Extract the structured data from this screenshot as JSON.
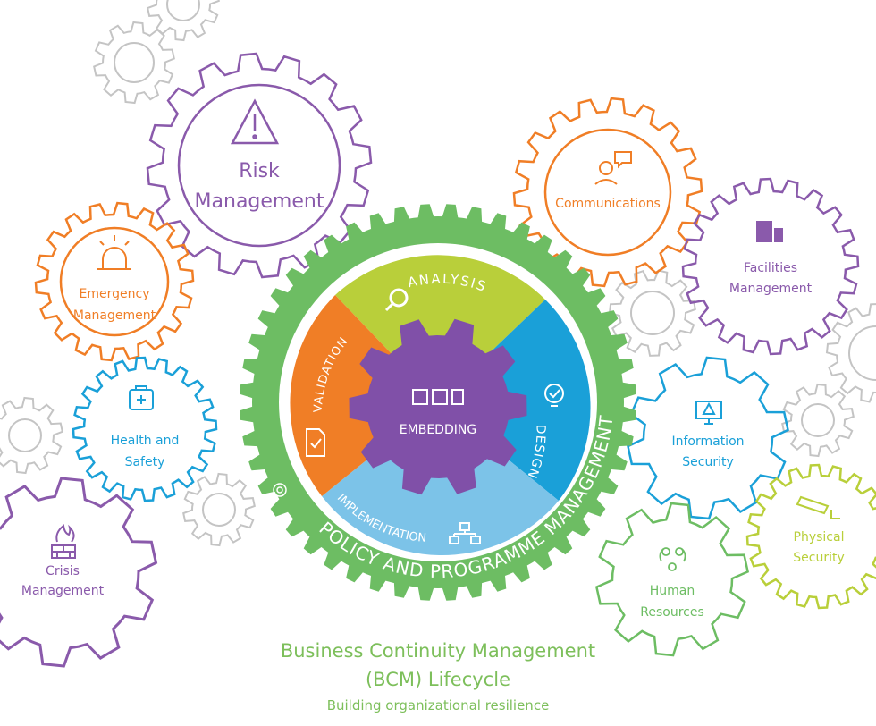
{
  "colors": {
    "purple": "#8a5aab",
    "orange": "#f07e26",
    "blue": "#1aa0d8",
    "lightblue": "#7cc3e8",
    "green": "#6dbd63",
    "lime": "#b9cf3a",
    "grey": "#c4c4c4",
    "deeppurple": "#8050a8"
  },
  "gears": {
    "risk": {
      "line1": "Risk",
      "line2": "Management",
      "icon": "warning-icon"
    },
    "communications": {
      "line1": "Communications",
      "icon": "speech-person-icon"
    },
    "facilities": {
      "line1": "Facilities",
      "line2": "Management",
      "icon": "building-icon"
    },
    "emergency": {
      "line1": "Emergency",
      "line2": "Management",
      "icon": "siren-icon"
    },
    "health": {
      "line1": "Health and",
      "line2": "Safety",
      "icon": "first-aid-kit-icon"
    },
    "infosec": {
      "line1": "Information",
      "line2": "Security",
      "icon": "computer-alert-icon"
    },
    "physical": {
      "line1": "Physical",
      "line2": "Security",
      "icon": "cctv-camera-icon"
    },
    "crisis": {
      "line1": "Crisis",
      "line2": "Management",
      "icon": "burning-wall-icon"
    },
    "hr": {
      "line1": "Human",
      "line2": "Resources",
      "icon": "people-cycle-icon"
    }
  },
  "lifecycle": {
    "outer_ring": "POLICY AND PROGRAMME MANAGEMENT",
    "analysis": "ANALYSIS",
    "design": "DESIGN",
    "implementation": "IMPLEMENTATION",
    "validation": "VALIDATION",
    "embedding": "EMBEDDING"
  },
  "caption": {
    "title_line1": "Business Continuity Management",
    "title_line2": "(BCM) Lifecycle",
    "subtitle": "Building organizational resilience"
  }
}
